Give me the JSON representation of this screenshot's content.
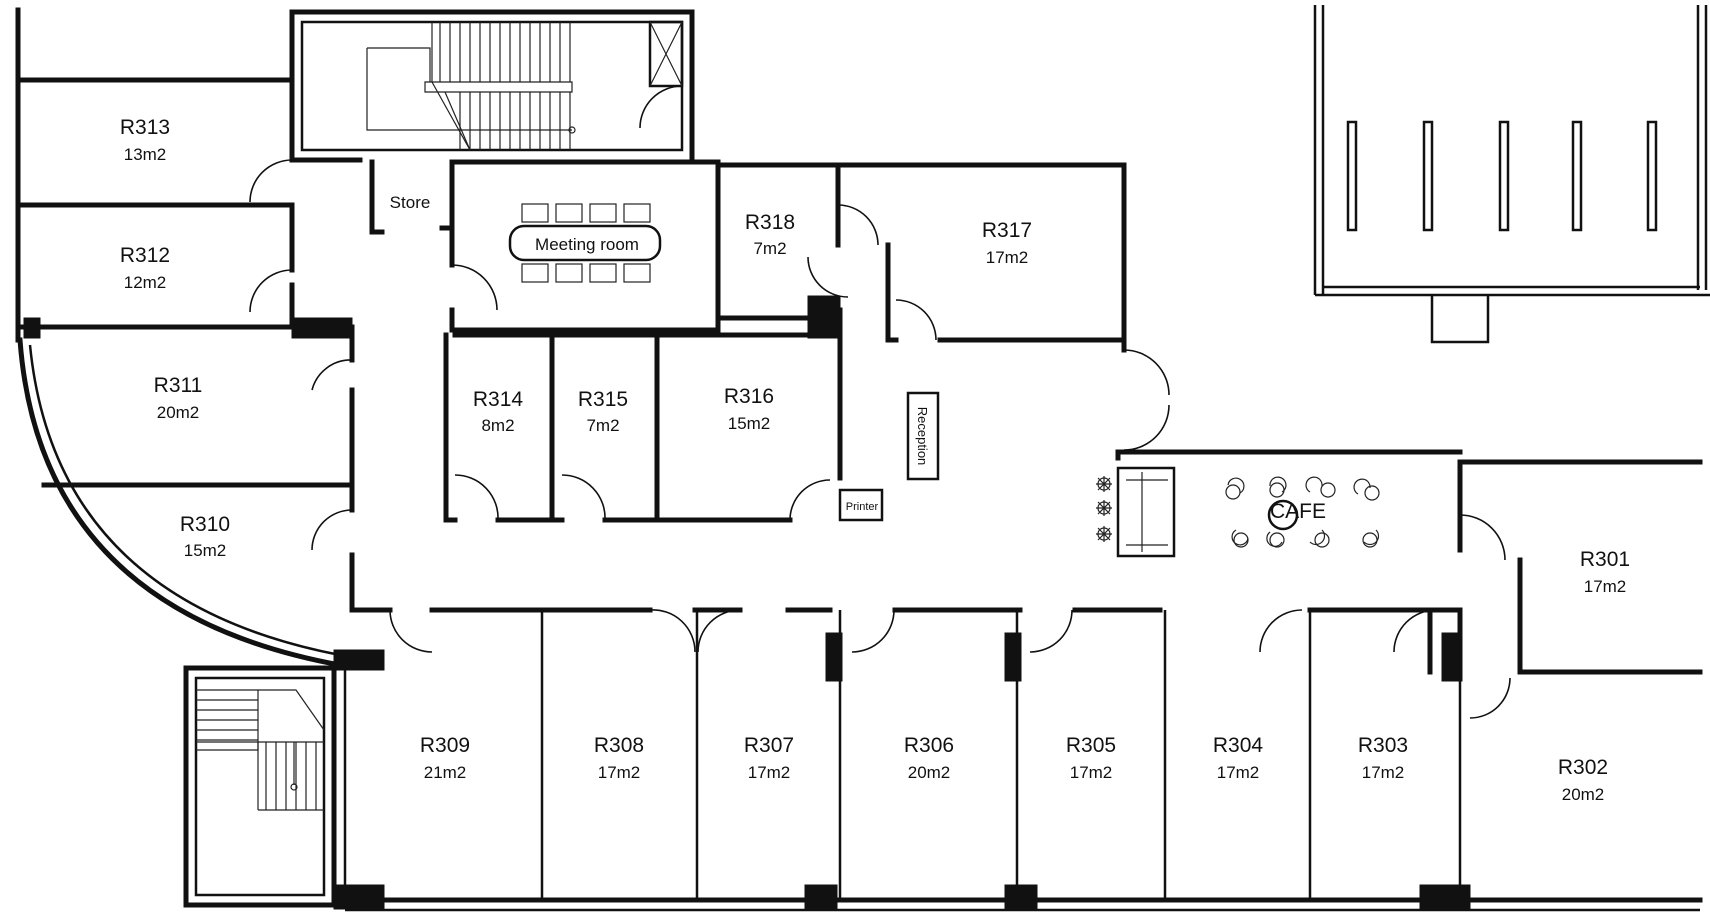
{
  "rooms": [
    {
      "id": "R313",
      "area": "13m2"
    },
    {
      "id": "R312",
      "area": "12m2"
    },
    {
      "id": "R311",
      "area": "20m2"
    },
    {
      "id": "R310",
      "area": "15m2"
    },
    {
      "id": "R309",
      "area": "21m2"
    },
    {
      "id": "R308",
      "area": "17m2"
    },
    {
      "id": "R307",
      "area": "17m2"
    },
    {
      "id": "R306",
      "area": "20m2"
    },
    {
      "id": "R305",
      "area": "17m2"
    },
    {
      "id": "R304",
      "area": "17m2"
    },
    {
      "id": "R303",
      "area": "17m2"
    },
    {
      "id": "R302",
      "area": "20m2"
    },
    {
      "id": "R301",
      "area": "17m2"
    },
    {
      "id": "R314",
      "area": "8m2"
    },
    {
      "id": "R315",
      "area": "7m2"
    },
    {
      "id": "R316",
      "area": "15m2"
    },
    {
      "id": "R317",
      "area": "17m2"
    },
    {
      "id": "R318",
      "area": "7m2"
    }
  ],
  "labels": {
    "store": "Store",
    "meeting_room": "Meeting room",
    "reception": "Reception",
    "printer": "Printer",
    "cafe": "CAFE"
  }
}
